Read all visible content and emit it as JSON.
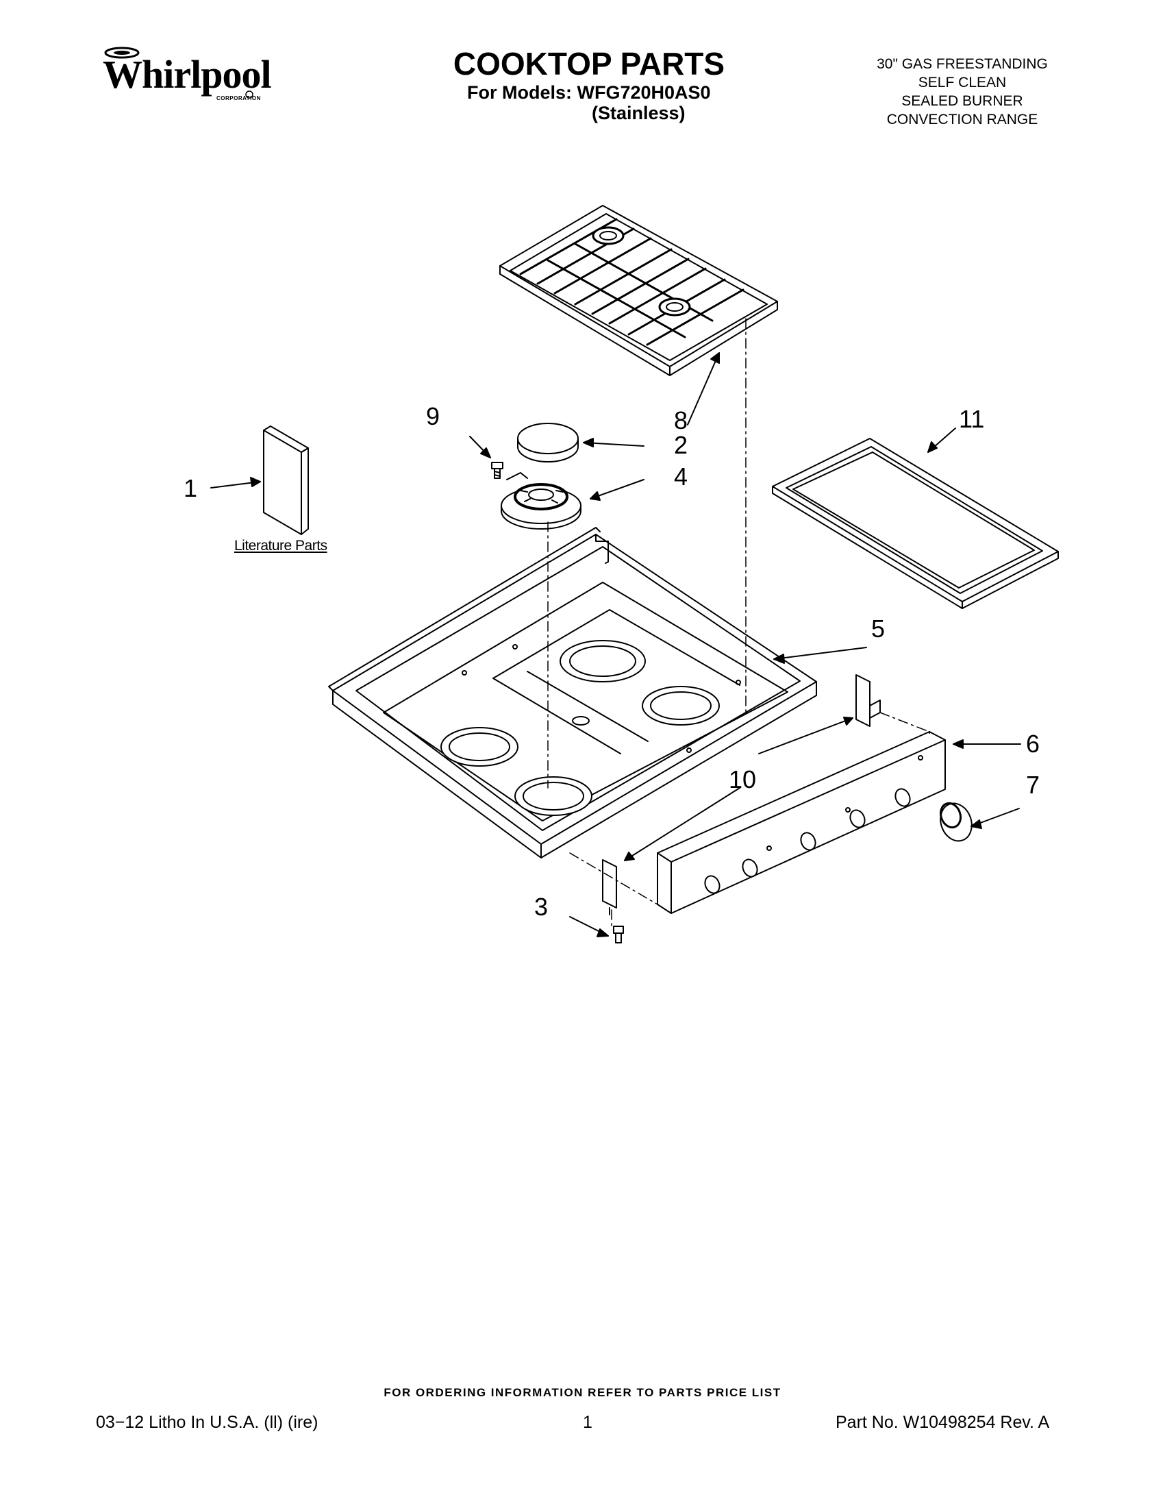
{
  "header": {
    "brand": "Whirlpool",
    "brand_sub": "CORPORATION",
    "title": "COOKTOP PARTS",
    "models_line": "For Models: WFG720H0AS0",
    "model_color": "(Stainless)",
    "description": [
      "30\" GAS FREESTANDING",
      "SELF CLEAN",
      "SEALED BURNER",
      "CONVECTION RANGE"
    ]
  },
  "diagram": {
    "callouts": [
      "1",
      "2",
      "3",
      "4",
      "5",
      "6",
      "7",
      "8",
      "9",
      "10",
      "11"
    ],
    "literature_label": "Literature Parts"
  },
  "footer": {
    "order_note": "FOR ORDERING INFORMATION REFER TO PARTS PRICE LIST",
    "litho": "03−12 Litho In U.S.A. (ll) (ire)",
    "page": "1",
    "part_no": "Part No. W10498254 Rev. A"
  }
}
